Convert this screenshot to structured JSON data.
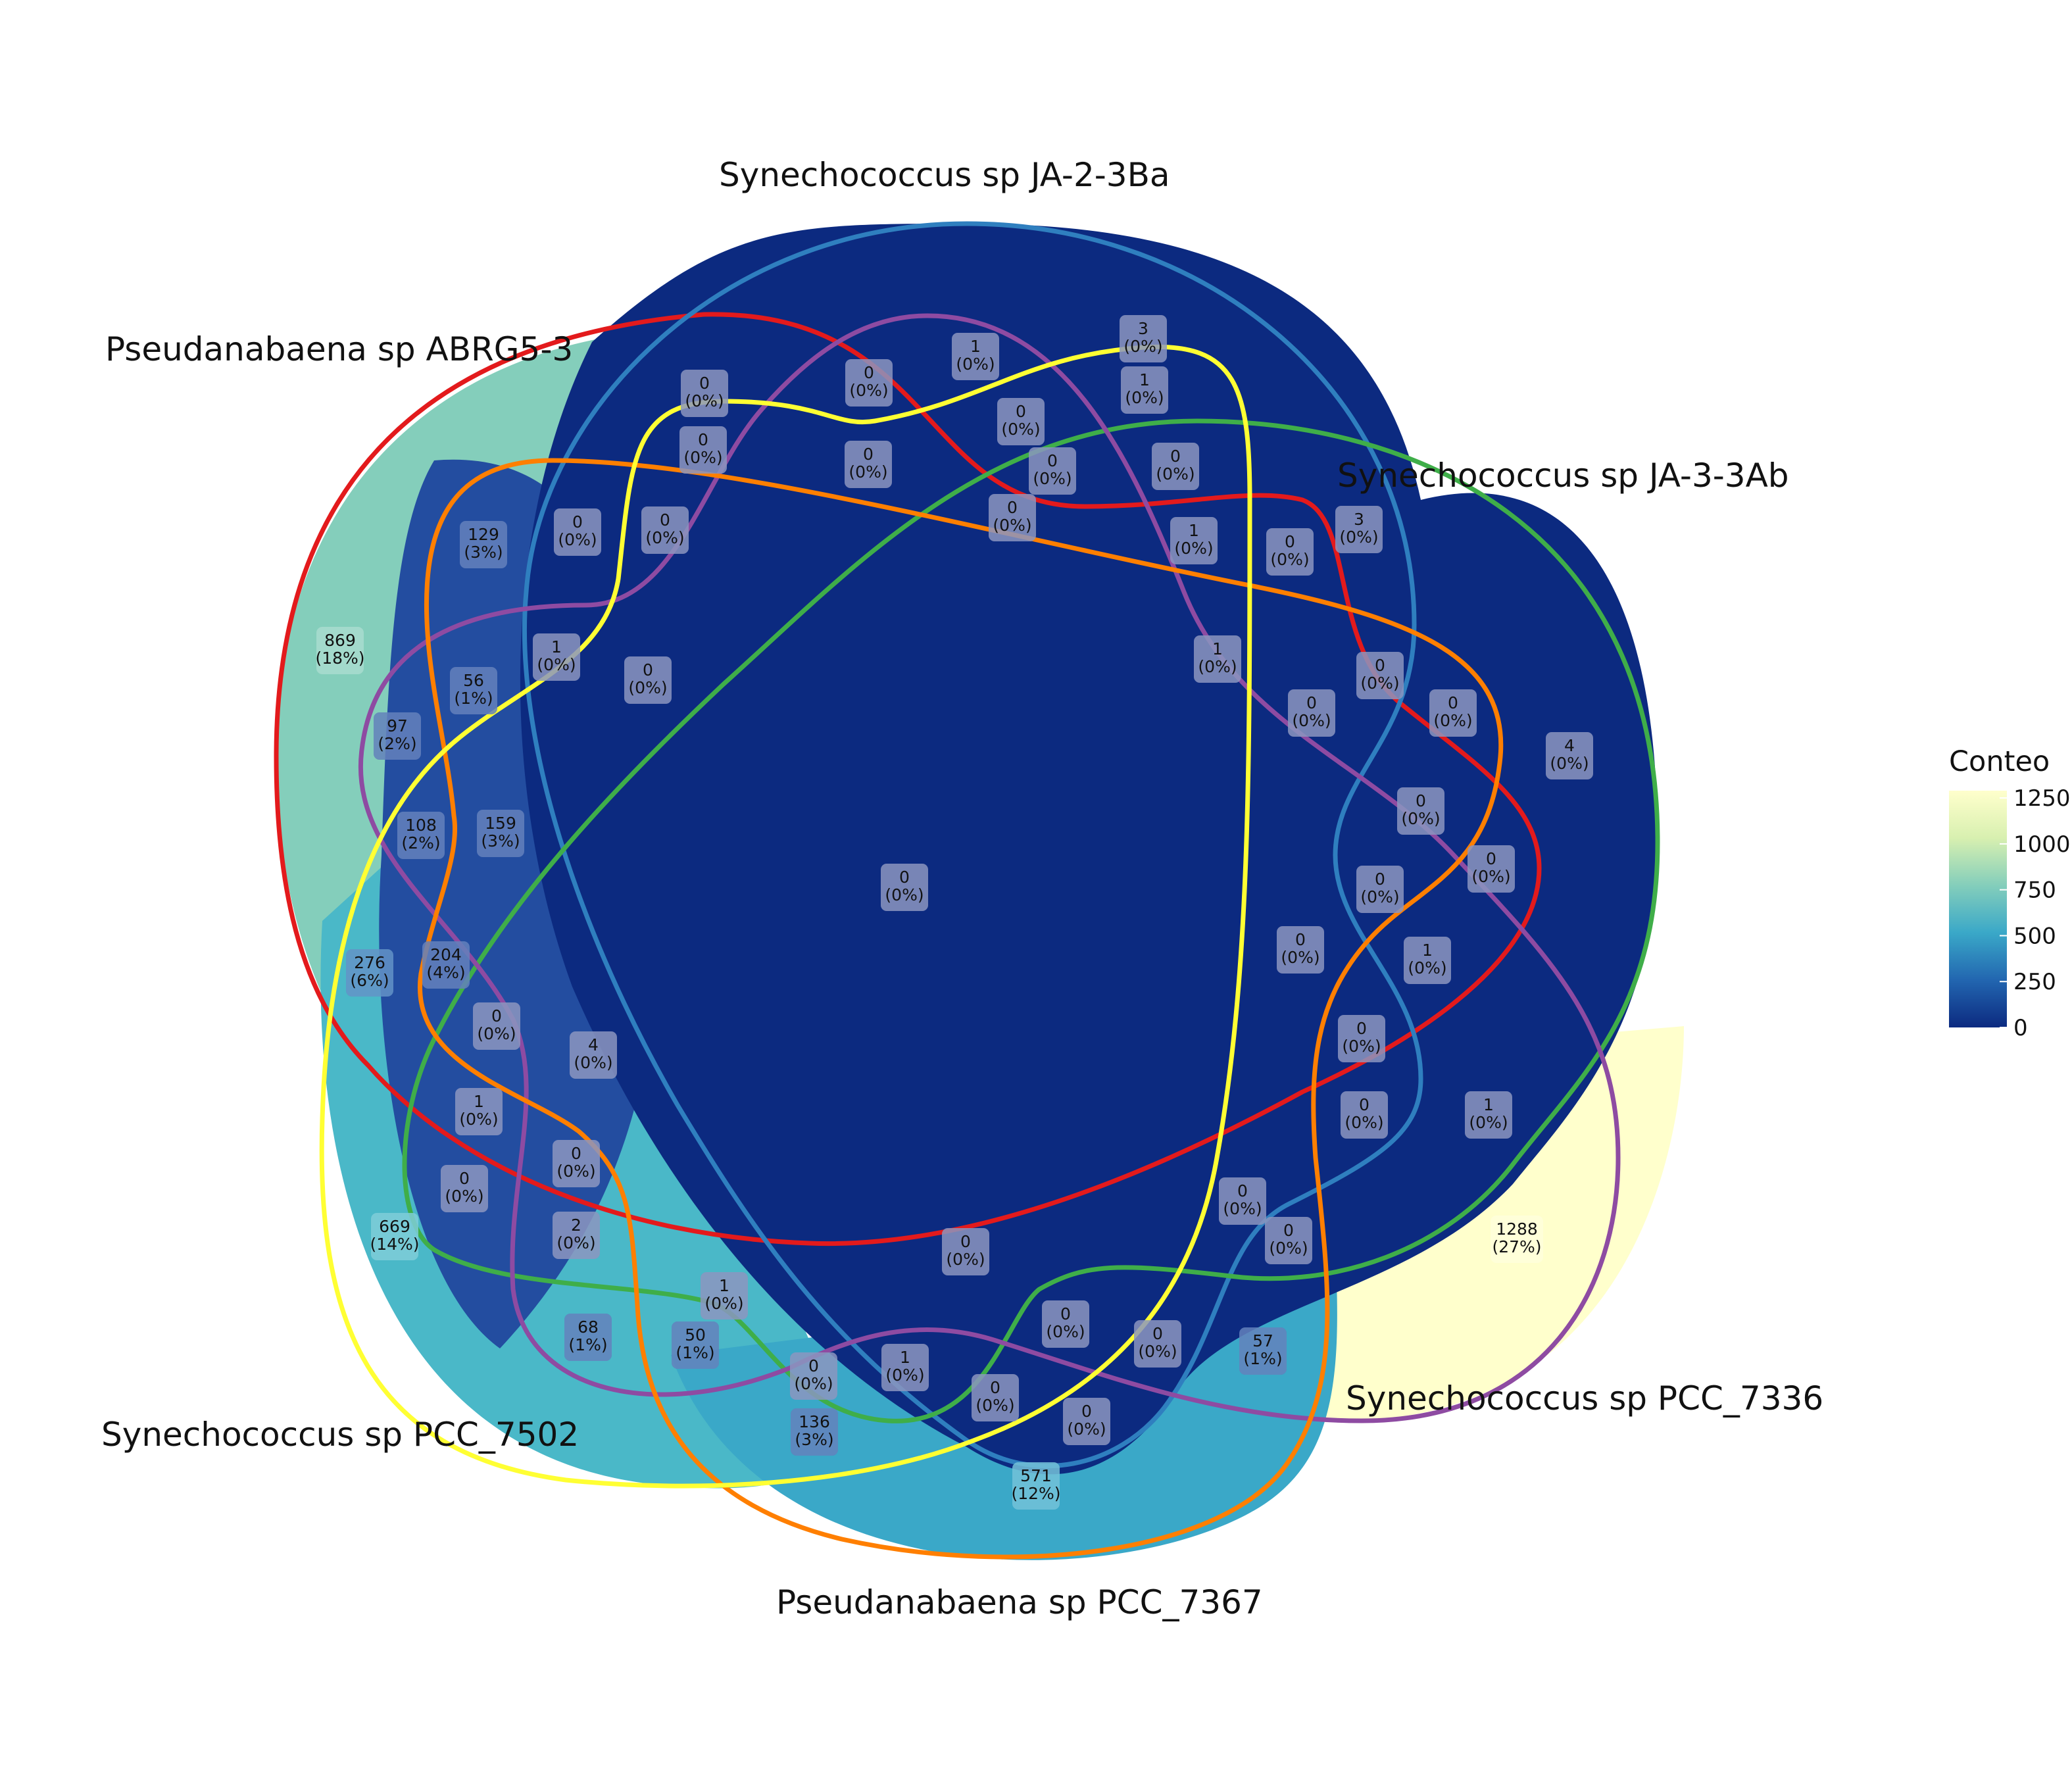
{
  "sets": [
    {
      "id": "pseud_abrg",
      "name": "Pseudanabaena sp ABRG5-3",
      "color": "#e31a1c",
      "fill": "#84cebb"
    },
    {
      "id": "syn_ja2",
      "name": "Synechococcus sp JA-2-3Ba",
      "color": "#2f7fbf",
      "fill": "#0c2a80"
    },
    {
      "id": "syn_ja3",
      "name": "Synechococcus sp JA-3-3Ab",
      "color": "#3fae49",
      "fill": "#0c2a80"
    },
    {
      "id": "syn_7336",
      "name": "Synechococcus sp PCC_7336",
      "color": "#8e4ba2",
      "fill": "#ffffcc"
    },
    {
      "id": "pseud_7367",
      "name": "Pseudanabaena sp PCC_7367",
      "color": "#ff7f00",
      "fill": "#3aa8c8"
    },
    {
      "id": "syn_7502",
      "name": "Synechococcus sp PCC_7502",
      "color": "#ffff33",
      "fill": "#4ab8c8"
    }
  ],
  "regions": [
    {
      "count": "869",
      "pct": "(18%)",
      "fill": "#84cebb"
    },
    {
      "count": "1288",
      "pct": "(27%)",
      "fill": "#ffffcc"
    },
    {
      "count": "669",
      "pct": "(14%)",
      "fill": "#4ab8c8"
    },
    {
      "count": "571",
      "pct": "(12%)",
      "fill": "#3aa8c8"
    },
    {
      "count": "276",
      "pct": "(6%)",
      "fill": "#2266b0"
    },
    {
      "count": "204",
      "pct": "(4%)",
      "fill": "#234da0"
    },
    {
      "count": "159",
      "pct": "(3%)",
      "fill": "#234da0"
    },
    {
      "count": "136",
      "pct": "(3%)",
      "fill": "#234da0"
    },
    {
      "count": "129",
      "pct": "(3%)",
      "fill": "#234da0"
    },
    {
      "count": "108",
      "pct": "(2%)",
      "fill": "#234da0"
    },
    {
      "count": "97",
      "pct": "(2%)",
      "fill": "#234da0"
    },
    {
      "count": "68",
      "pct": "(1%)",
      "fill": "#234da0"
    },
    {
      "count": "57",
      "pct": "(1%)",
      "fill": "#234da0"
    },
    {
      "count": "56",
      "pct": "(1%)",
      "fill": "#234da0"
    },
    {
      "count": "50",
      "pct": "(1%)",
      "fill": "#234da0"
    },
    {
      "count": "4",
      "pct": "(0%)"
    },
    {
      "count": "4",
      "pct": "(0%)"
    },
    {
      "count": "3",
      "pct": "(0%)"
    },
    {
      "count": "3",
      "pct": "(0%)"
    },
    {
      "count": "2",
      "pct": "(0%)"
    },
    {
      "count": "1",
      "pct": "(0%)"
    },
    {
      "count": "1",
      "pct": "(0%)"
    },
    {
      "count": "1",
      "pct": "(0%)"
    },
    {
      "count": "1",
      "pct": "(0%)"
    },
    {
      "count": "1",
      "pct": "(0%)"
    },
    {
      "count": "1",
      "pct": "(0%)"
    },
    {
      "count": "1",
      "pct": "(0%)"
    },
    {
      "count": "1",
      "pct": "(0%)"
    },
    {
      "count": "1",
      "pct": "(0%)"
    },
    {
      "count": "1",
      "pct": "(0%)"
    },
    {
      "count": "0",
      "pct": "(0%)"
    },
    {
      "count": "0",
      "pct": "(0%)"
    },
    {
      "count": "0",
      "pct": "(0%)"
    },
    {
      "count": "0",
      "pct": "(0%)"
    },
    {
      "count": "0",
      "pct": "(0%)"
    },
    {
      "count": "0",
      "pct": "(0%)"
    },
    {
      "count": "0",
      "pct": "(0%)"
    },
    {
      "count": "0",
      "pct": "(0%)"
    },
    {
      "count": "0",
      "pct": "(0%)"
    },
    {
      "count": "0",
      "pct": "(0%)"
    },
    {
      "count": "0",
      "pct": "(0%)"
    },
    {
      "count": "0",
      "pct": "(0%)"
    },
    {
      "count": "0",
      "pct": "(0%)"
    },
    {
      "count": "0",
      "pct": "(0%)"
    },
    {
      "count": "0",
      "pct": "(0%)"
    },
    {
      "count": "0",
      "pct": "(0%)"
    },
    {
      "count": "0",
      "pct": "(0%)"
    },
    {
      "count": "0",
      "pct": "(0%)"
    },
    {
      "count": "0",
      "pct": "(0%)"
    },
    {
      "count": "0",
      "pct": "(0%)"
    },
    {
      "count": "0",
      "pct": "(0%)"
    },
    {
      "count": "0",
      "pct": "(0%)"
    },
    {
      "count": "0",
      "pct": "(0%)"
    },
    {
      "count": "0",
      "pct": "(0%)"
    },
    {
      "count": "0",
      "pct": "(0%)"
    },
    {
      "count": "0",
      "pct": "(0%)"
    },
    {
      "count": "0",
      "pct": "(0%)"
    },
    {
      "count": "0",
      "pct": "(0%)"
    },
    {
      "count": "0",
      "pct": "(0%)"
    },
    {
      "count": "0",
      "pct": "(0%)"
    },
    {
      "count": "0",
      "pct": "(0%)"
    },
    {
      "count": "0",
      "pct": "(0%)"
    },
    {
      "count": "0",
      "pct": "(0%)"
    },
    {
      "count": "0",
      "pct": "(0%)"
    }
  ],
  "legend": {
    "title": "Conteo",
    "ticks": [
      "0",
      "250",
      "500",
      "750",
      "1000",
      "1250"
    ],
    "gradient": [
      "#0c2a80",
      "#2266b0",
      "#3aa8c8",
      "#84cebb",
      "#d8f0b0",
      "#ffffcc"
    ]
  }
}
